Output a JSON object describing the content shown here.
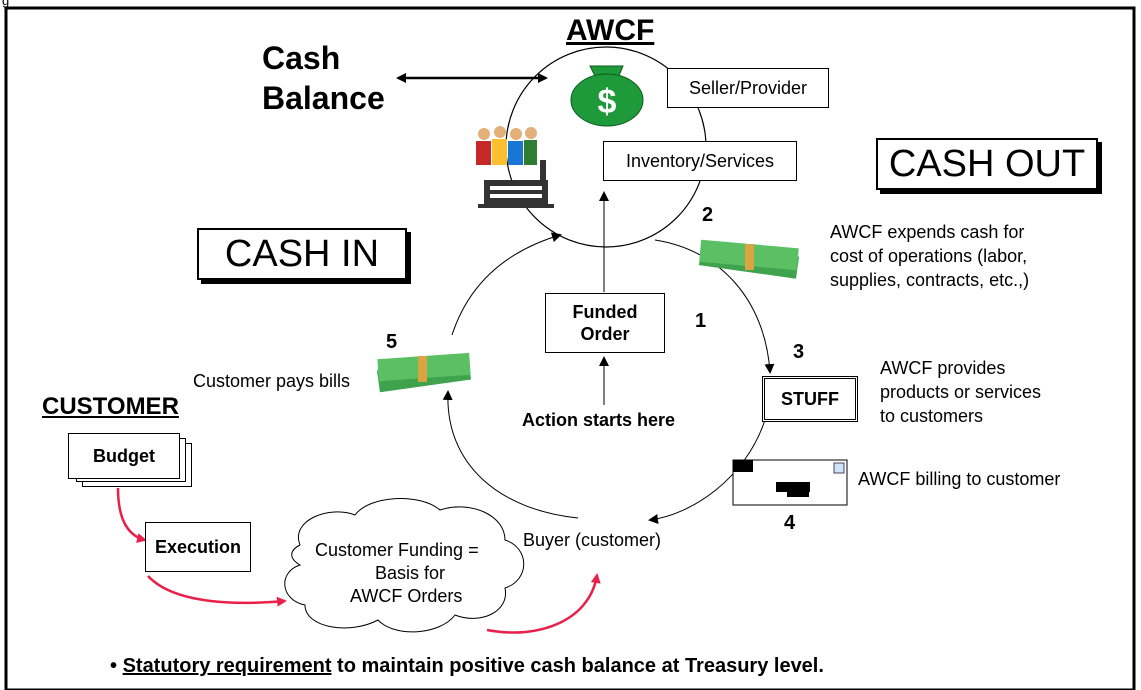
{
  "header": {
    "caption": "g"
  },
  "awcf": {
    "title": "AWCF",
    "seller": "Seller/Provider",
    "inventory": "Inventory/Services"
  },
  "cash_balance": {
    "line1": "Cash",
    "line2": "Balance"
  },
  "cash_in": "CASH IN",
  "cash_out": "CASH OUT",
  "steps": {
    "s1": "1",
    "s2": "2",
    "s3": "3",
    "s4": "4",
    "s5": "5",
    "funded_order_line1": "Funded",
    "funded_order_line2": "Order",
    "action_starts": "Action starts here",
    "expends_line1": "AWCF expends cash for",
    "expends_line2": "cost of operations  (labor,",
    "expends_line3": " supplies, contracts, etc.,)",
    "stuff": "STUFF",
    "provides_line1": "AWCF provides",
    "provides_line2": "products or services",
    "provides_line3": "to customers",
    "billing": "AWCF billing to customer",
    "buyer": "Buyer (customer)",
    "customer_pays": "Customer pays bills"
  },
  "customer": {
    "title": "CUSTOMER",
    "budget": "Budget",
    "execution": "Execution",
    "funding_line1": "Customer Funding =",
    "funding_line2": "Basis for",
    "funding_line3": "AWCF Orders"
  },
  "footer": {
    "bullet": "• ",
    "underlined": "Statutory requirement",
    "rest": " to maintain positive cash balance at Treasury level."
  },
  "colors": {
    "money_green": "#1f9a3a",
    "arrow_red": "#e8204a",
    "line": "#000000"
  }
}
